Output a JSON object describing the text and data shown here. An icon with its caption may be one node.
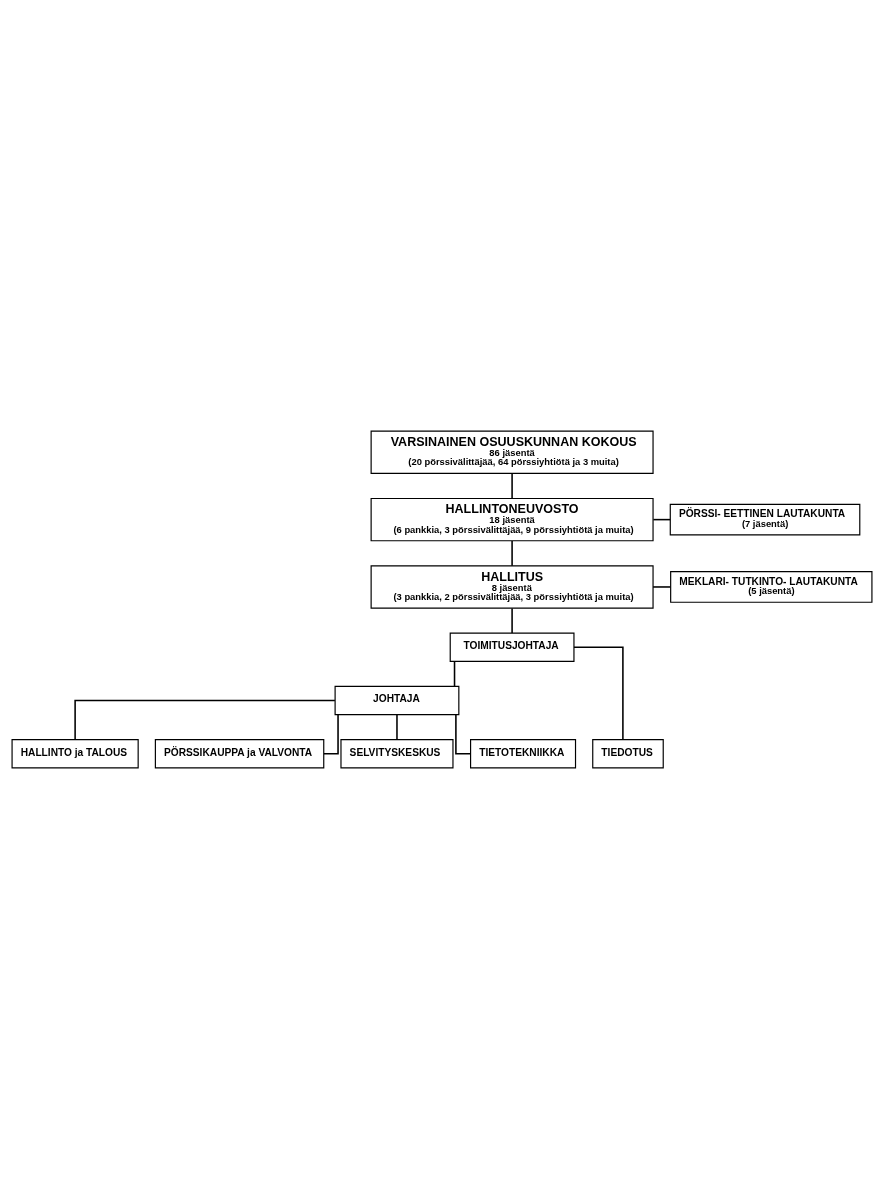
{
  "diagram": {
    "nodes": [
      {
        "text": [
          "VARSINAINEN OSUUSKUNNAN KOKOUS",
          "86 jäsentä",
          "(20 pörssivälittäjää, 64 pörssiyhtiötä ja 3 muita)"
        ]
      },
      {
        "text": [
          "HALLINTONEUVOSTO",
          "18 jäsentä",
          "(6 pankkia, 3 pörssivälittäjää, 9 pörssiyhtiötä ja muita)"
        ]
      },
      {
        "text": [
          "PÖRSSI- EETTINEN LAUTAKUNTA",
          "(7 jäsentä)"
        ]
      },
      {
        "text": [
          "HALLITUS",
          "8 jäsentä",
          "(3 pankkia, 2 pörssivälittäjää, 3 pörssiyhtiötä ja muita)"
        ]
      },
      {
        "text": [
          "MEKLARI- TUTKINTO- LAUTAKUNTA",
          "(5 jäsentä)"
        ]
      },
      {
        "text": [
          "TOIMITUSJOHTAJA"
        ]
      },
      {
        "text": [
          "JOHTAJA"
        ]
      },
      {
        "text": [
          "HALLINTO ja TALOUS"
        ]
      },
      {
        "text": [
          "PÖRSSIKAUPPA ja VALVONTA"
        ]
      },
      {
        "text": [
          "SELVITYSKESKUS"
        ]
      },
      {
        "text": [
          "TIETOTEKNIIKKA"
        ]
      },
      {
        "text": [
          "TIEDOTUS"
        ]
      }
    ],
    "edges": [
      {
        "from": 0,
        "to": 1,
        "arrow": "none"
      },
      {
        "from": 1,
        "to": 2,
        "arrow": "none"
      },
      {
        "from": 1,
        "to": 3,
        "arrow": "none"
      },
      {
        "from": 3,
        "to": 4,
        "arrow": "none"
      },
      {
        "from": 3,
        "to": 5,
        "arrow": "none"
      },
      {
        "from": 5,
        "to": 6,
        "arrow": "none"
      },
      {
        "from": 5,
        "to": 11,
        "arrow": "none"
      },
      {
        "from": 6,
        "to": 7,
        "arrow": "none"
      },
      {
        "from": 6,
        "to": 8,
        "arrow": "none"
      },
      {
        "from": 6,
        "to": 9,
        "arrow": "none"
      },
      {
        "from": 6,
        "to": 10,
        "arrow": "none"
      }
    ]
  }
}
